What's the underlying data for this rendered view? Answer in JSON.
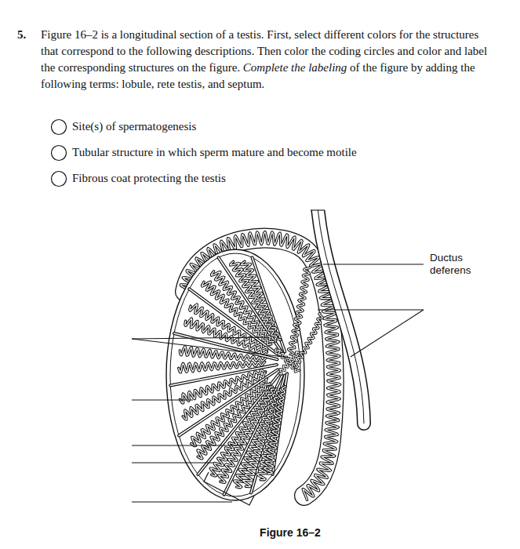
{
  "diagram": {
    "caption": "Figure 16–2",
    "labels": [
      "5.",
      "Figure 16–2 is a longitudinal section of a testis. First, select different colors for the structures that correspond to the following descriptions. Then color the coding circles and color and label the corresponding structures on the figure.",
      "Complete the labeling",
      "of the figure by adding the following terms: lobule, rete testis, and septum.",
      "Site(s) of spermatogenesis",
      "Tubular structure in which sperm mature and become motile",
      "Fibrous coat protecting the testis",
      "Ductus deferens"
    ]
  }
}
